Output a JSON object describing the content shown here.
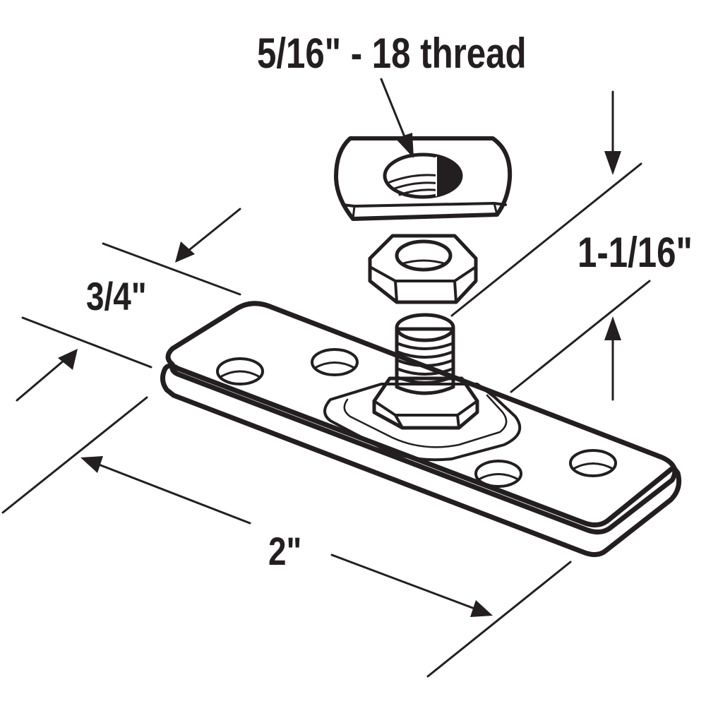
{
  "diagram": {
    "subject": "Pivot pin mounting plate with stud, hex nut and tee nut",
    "line_color": "#231f20",
    "background": "#ffffff",
    "labels": {
      "thread": "5/16\" - 18 thread",
      "height": "1-1/16\"",
      "width": "3/4\"",
      "length": "2\""
    },
    "components": [
      "tee-nut",
      "hex-nut",
      "threaded-stud",
      "hex-base",
      "mounting-plate"
    ],
    "mounting_plate_holes": 4
  }
}
